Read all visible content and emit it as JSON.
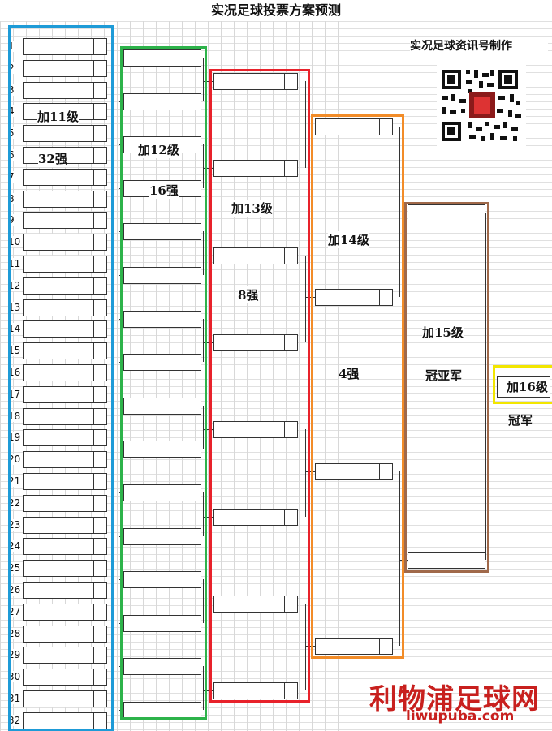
{
  "title": "实况足球投票方案预测",
  "maker": "实况足球资讯号制作",
  "round_labels": {
    "r32_add": "加11级",
    "r32_name": "32强",
    "r16_add": "加12级",
    "r16_name": "16强",
    "r8_add": "加13级",
    "r8_name": "8强",
    "r4_add": "加14级",
    "r4_name": "4强",
    "final_add": "加15级",
    "final_name": "冠亚军",
    "champ_add": "加16级",
    "champ_name": "冠军"
  },
  "row_numbers": [
    "1",
    "2",
    "3",
    "4",
    "5",
    "6",
    "7",
    "8",
    "9",
    "10",
    "11",
    "12",
    "13",
    "14",
    "15",
    "16",
    "17",
    "18",
    "19",
    "20",
    "21",
    "22",
    "23",
    "24",
    "25",
    "26",
    "27",
    "28",
    "29",
    "30",
    "31",
    "32"
  ],
  "frame_colors": {
    "r32": "#1e9bd7",
    "r16": "#2db34a",
    "r8": "#e8222b",
    "r4": "#f28c28",
    "final": "#a0694a",
    "champ": "#f2e600"
  },
  "watermark": {
    "text": "利物浦足球网",
    "url": "liwupuba.com"
  },
  "qr_icon": "qr-code-icon"
}
